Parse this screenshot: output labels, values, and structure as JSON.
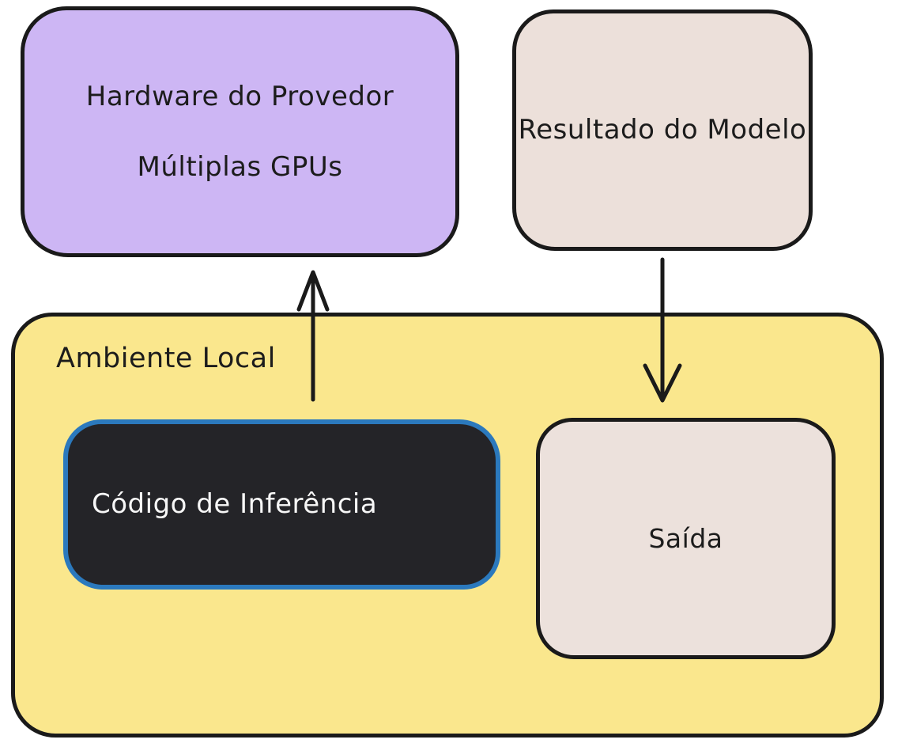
{
  "diagram": {
    "provider_box": {
      "line1": "Hardware do Provedor",
      "line2": "Múltiplas GPUs",
      "fill": "#cdb6f4"
    },
    "model_result_box": {
      "label": "Resultado do Modelo",
      "fill": "#ece0da"
    },
    "local_env_box": {
      "label": "Ambiente Local",
      "fill": "#fae78d"
    },
    "inference_code_box": {
      "label": "Código de Inferência",
      "fill": "#242428",
      "border_color": "#2b79bd",
      "text_color": "#f7f7f7"
    },
    "output_box": {
      "label": "Saída",
      "fill": "#ece1dc"
    },
    "stroke_color": "#1a1a1a",
    "arrows": {
      "up_arrow": "local-env-to-provider-hardware",
      "down_arrow": "model-result-to-output"
    }
  }
}
